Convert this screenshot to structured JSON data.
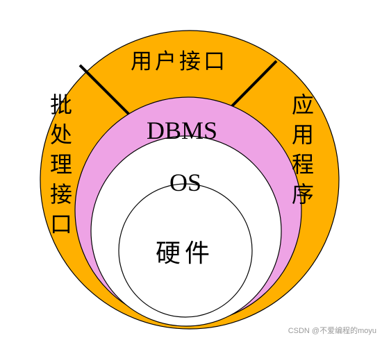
{
  "diagram": {
    "rings": [
      {
        "key": "outer",
        "color": "#FFB000"
      },
      {
        "key": "dbms",
        "color": "#EEA3E5"
      },
      {
        "key": "os",
        "color": "#FFFFFF"
      },
      {
        "key": "hardware",
        "color": "#FFFFFF"
      }
    ],
    "labels": {
      "user_interface": "用户接口",
      "batch_interface": [
        "批",
        "处",
        "理",
        "接",
        "口"
      ],
      "application": [
        "应",
        "用",
        "程",
        "序"
      ],
      "dbms": "DBMS",
      "os": "OS",
      "hardware": "硬件"
    },
    "stroke_color": "#000000"
  },
  "watermark": "CSDN @不爱编程的moyu"
}
